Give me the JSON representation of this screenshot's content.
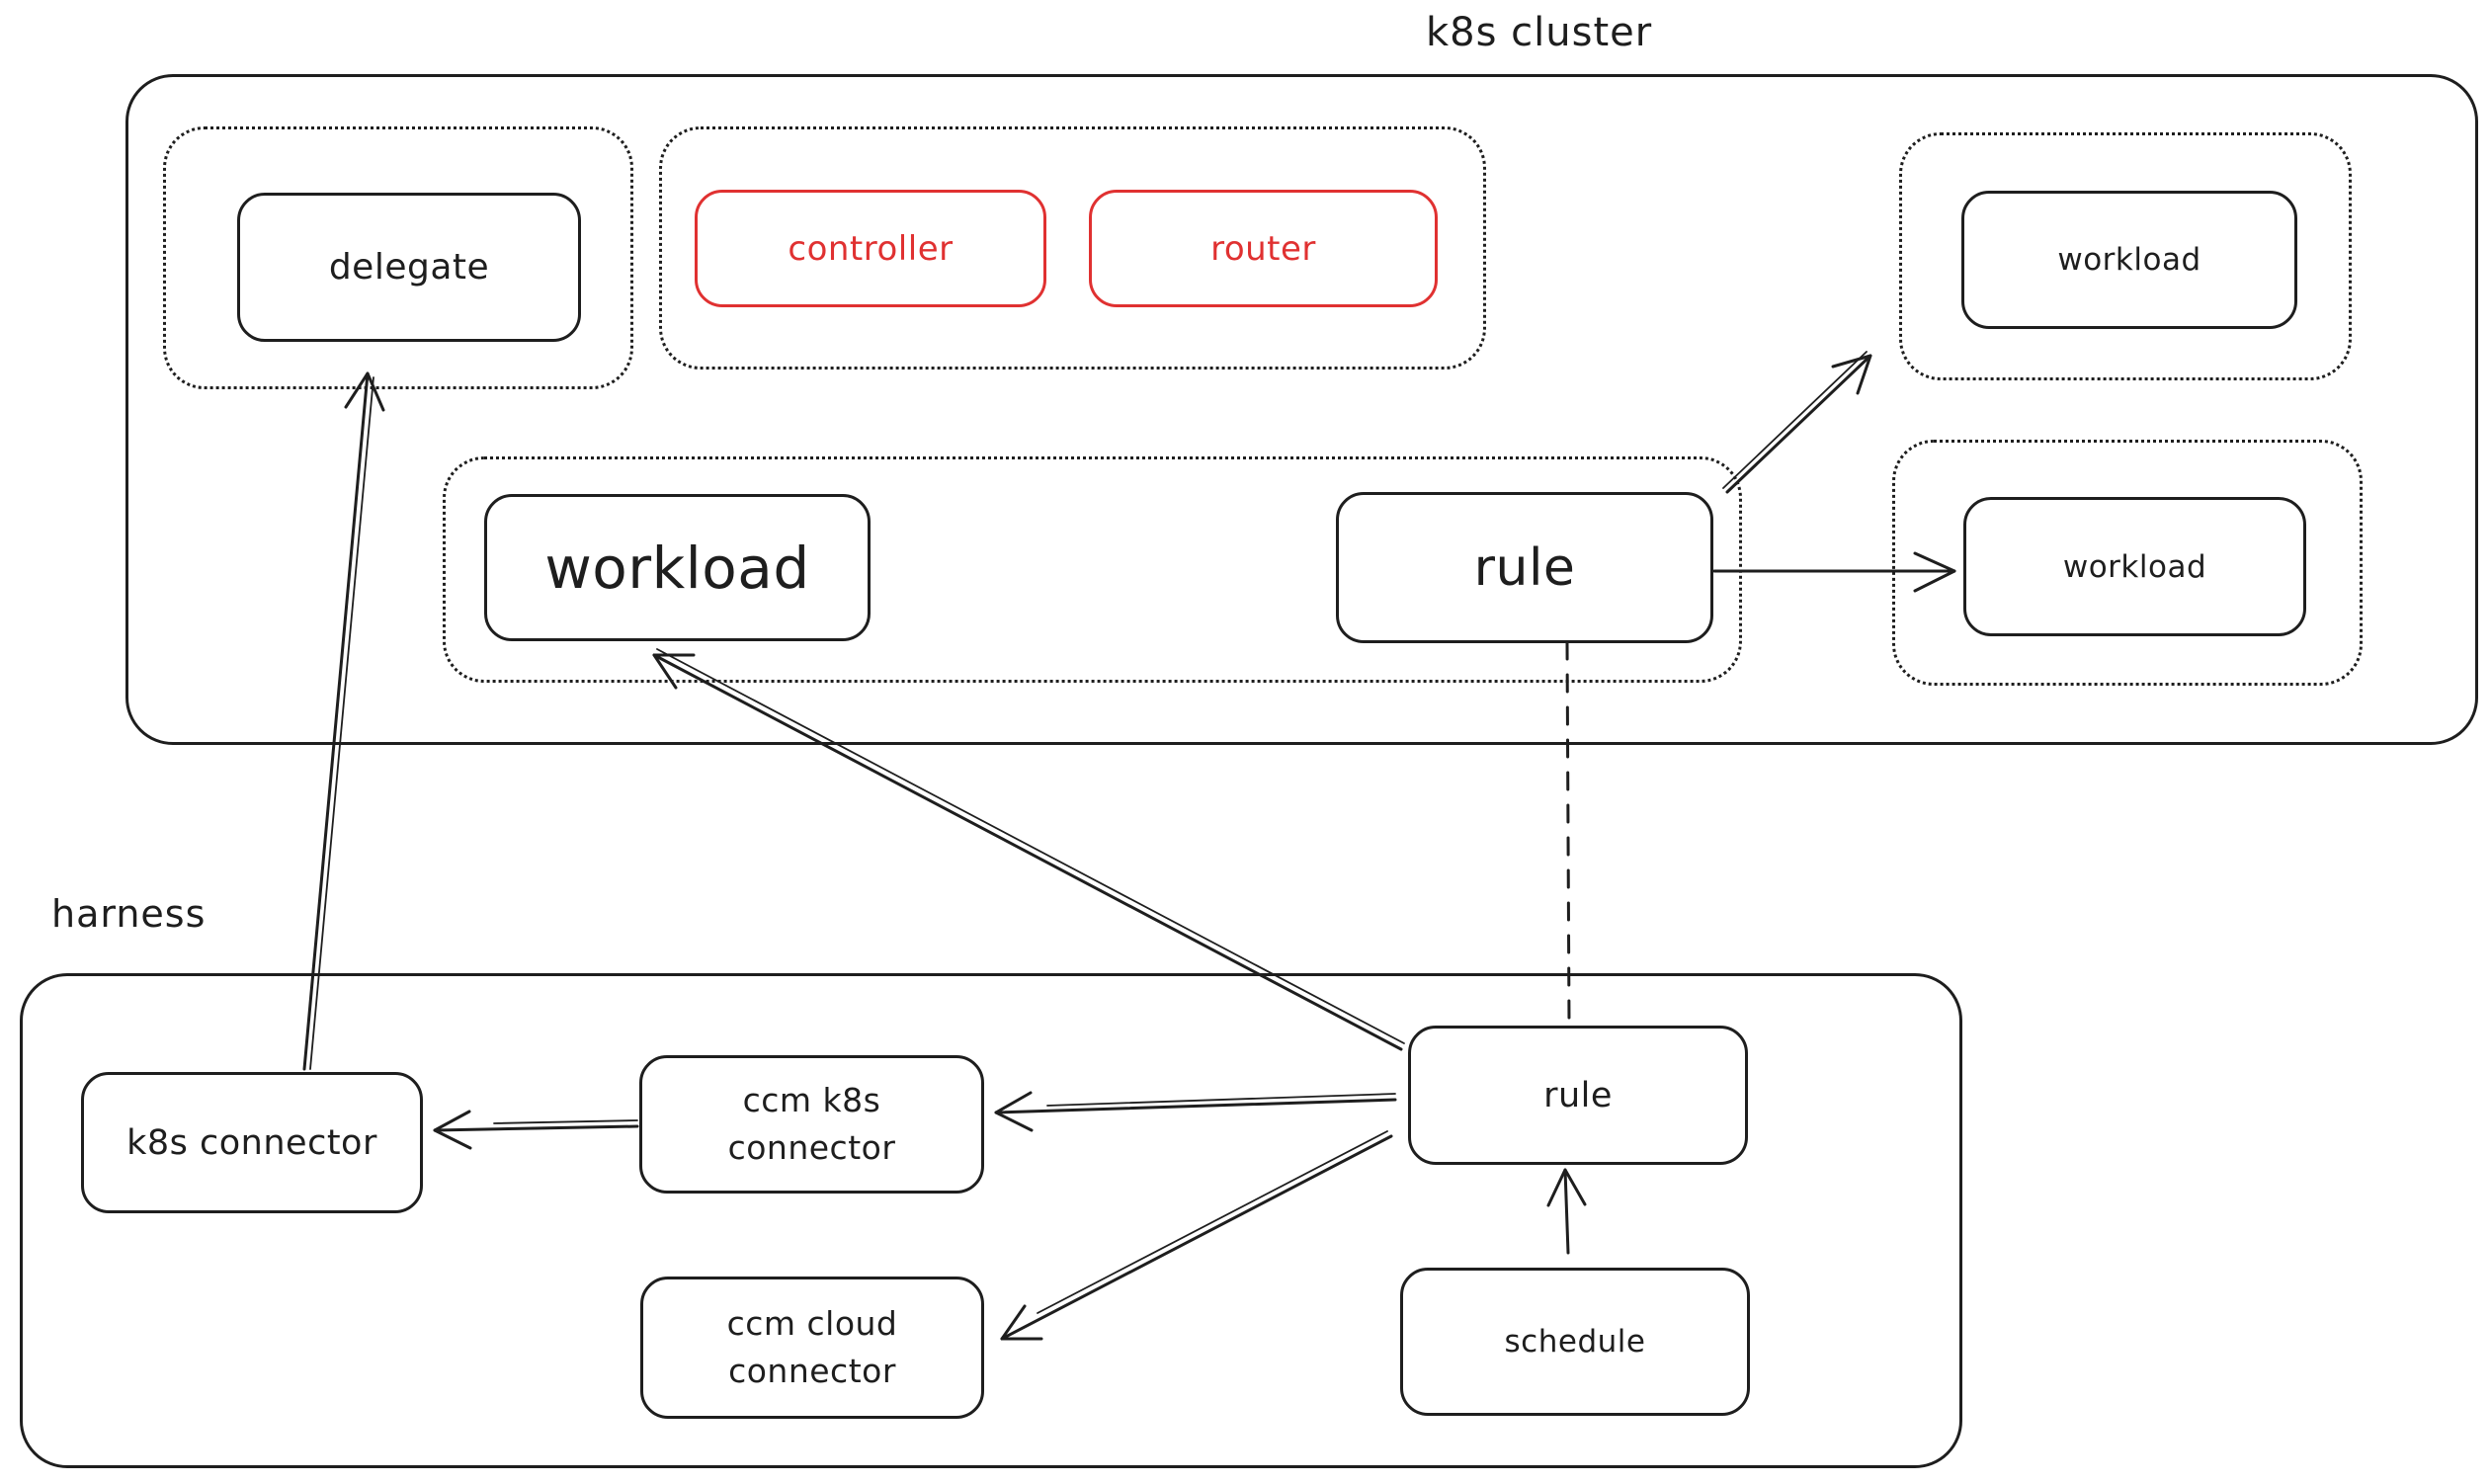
{
  "colors": {
    "stroke": "#1e1e1e",
    "accent_red": "#e03131",
    "background": "#ffffff"
  },
  "regions": {
    "k8s_cluster": {
      "label": "k8s cluster"
    },
    "harness": {
      "label": "harness"
    }
  },
  "nodes": {
    "delegate": {
      "label": "delegate"
    },
    "controller": {
      "label": "controller",
      "color": "#e03131"
    },
    "router": {
      "label": "router",
      "color": "#e03131"
    },
    "workload_top_right": {
      "label": "workload"
    },
    "workload_middle": {
      "label": "workload"
    },
    "rule_cluster": {
      "label": "rule"
    },
    "workload_right": {
      "label": "workload"
    },
    "k8s_connector": {
      "label": "k8s connector"
    },
    "ccm_k8s_connector": {
      "label": "ccm k8s connector"
    },
    "ccm_cloud_connector": {
      "label": "ccm cloud connector"
    },
    "rule_harness": {
      "label": "rule"
    },
    "schedule": {
      "label": "schedule"
    }
  },
  "edges": [
    {
      "from": "k8s_connector",
      "to": "delegate",
      "style": "solid",
      "arrowhead": "open"
    },
    {
      "from": "rule_cluster",
      "to": "workload_top_right",
      "style": "solid",
      "arrowhead": "open"
    },
    {
      "from": "rule_cluster",
      "to": "workload_right",
      "style": "solid",
      "arrowhead": "open"
    },
    {
      "from": "rule_harness",
      "to": "rule_cluster",
      "style": "dashed",
      "arrowhead": "none"
    },
    {
      "from": "rule_harness",
      "to": "workload_middle",
      "style": "solid",
      "arrowhead": "open"
    },
    {
      "from": "rule_harness",
      "to": "ccm_k8s_connector",
      "style": "solid",
      "arrowhead": "open"
    },
    {
      "from": "rule_harness",
      "to": "ccm_cloud_connector",
      "style": "solid",
      "arrowhead": "open"
    },
    {
      "from": "ccm_k8s_connector",
      "to": "k8s_connector",
      "style": "solid",
      "arrowhead": "open"
    },
    {
      "from": "schedule",
      "to": "rule_harness",
      "style": "solid",
      "arrowhead": "open"
    }
  ]
}
